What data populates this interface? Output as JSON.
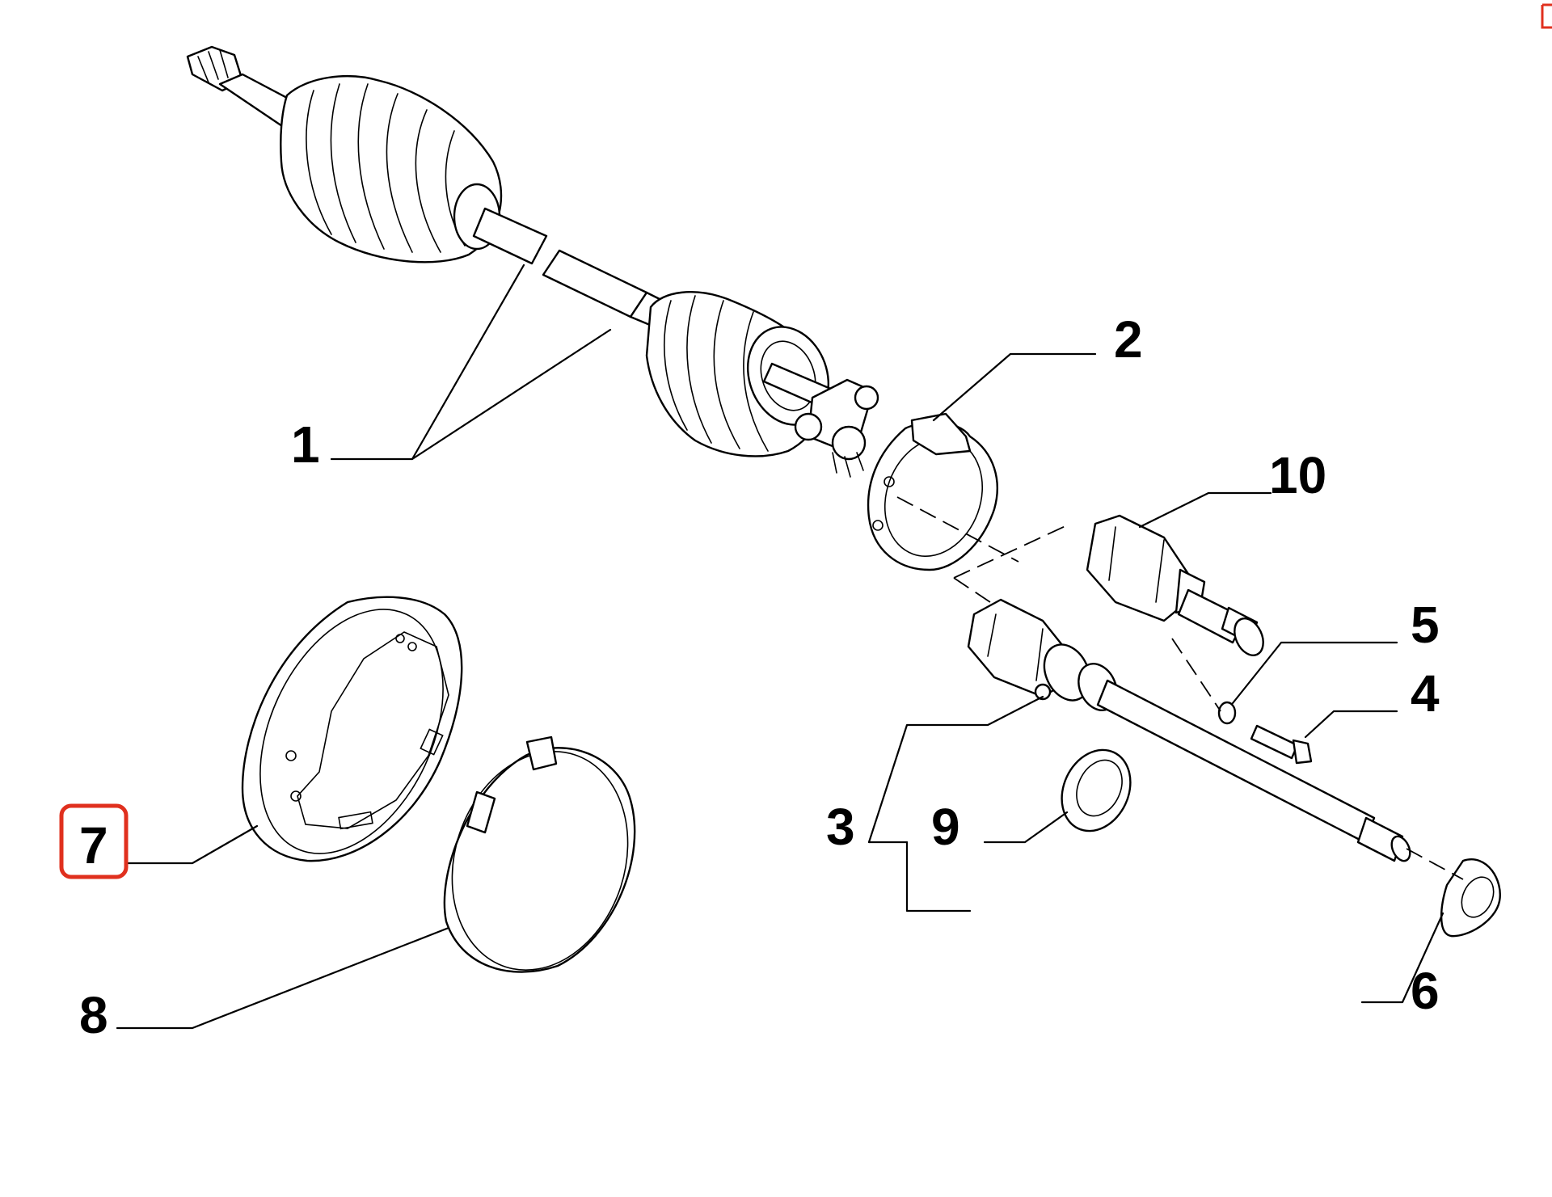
{
  "callouts": {
    "c1": "1",
    "c2": "2",
    "c3": "3",
    "c4": "4",
    "c5": "5",
    "c6": "6",
    "c7": "7",
    "c8": "8",
    "c9": "9",
    "c10": "10"
  },
  "selected_callout": "7",
  "colors": {
    "highlight": "#e0301e",
    "line": "#000000",
    "background": "#ffffff"
  }
}
